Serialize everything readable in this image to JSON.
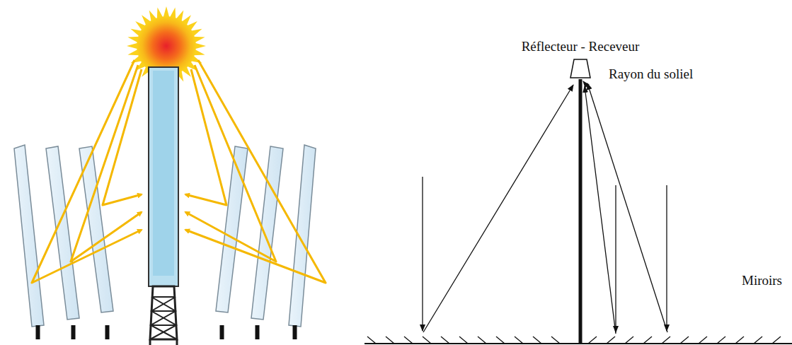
{
  "diagram": {
    "labels": [
      "Réflecteur - Receveur",
      "Rayon du soliel",
      "Miroirs"
    ]
  }
}
